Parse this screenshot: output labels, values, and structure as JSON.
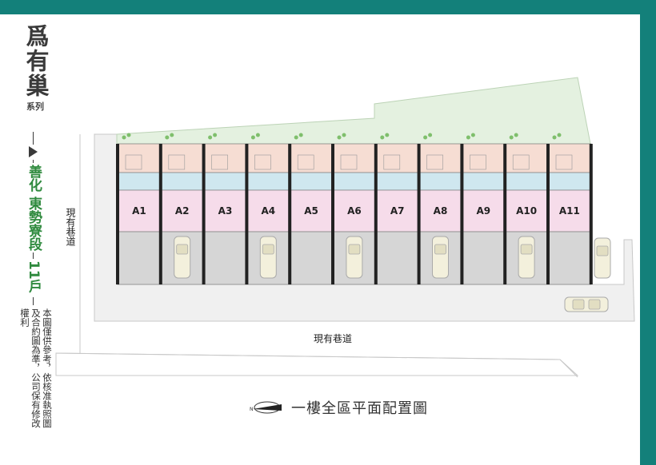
{
  "brand": {
    "title": "爲有巢",
    "series": "系列"
  },
  "project": {
    "location": "善化 東勢寮段",
    "unit_count": "11戶"
  },
  "disclaimer": "本圖僅供參考，依核准執照圖及合約圖為準，公司保有修改權利",
  "roads": {
    "bottom": "現有巷道",
    "left": "現有巷道"
  },
  "caption": "一樓全區平面配置圖",
  "units": [
    "A1",
    "A2",
    "A3",
    "A4",
    "A5",
    "A6",
    "A7",
    "A8",
    "A9",
    "A10",
    "A11"
  ],
  "colors": {
    "frame": "#13807a",
    "brand_accent": "#2f8a3e",
    "garden": "#e4f1e0",
    "kitchen": "#f6ddd3",
    "bath": "#cfe7ef",
    "living": "#f6dcea",
    "garage": "#d6d6d6",
    "road": "#f0f0f0"
  },
  "icons": {
    "compass": "north-arrow-icon",
    "play": "triangle-play-icon"
  }
}
